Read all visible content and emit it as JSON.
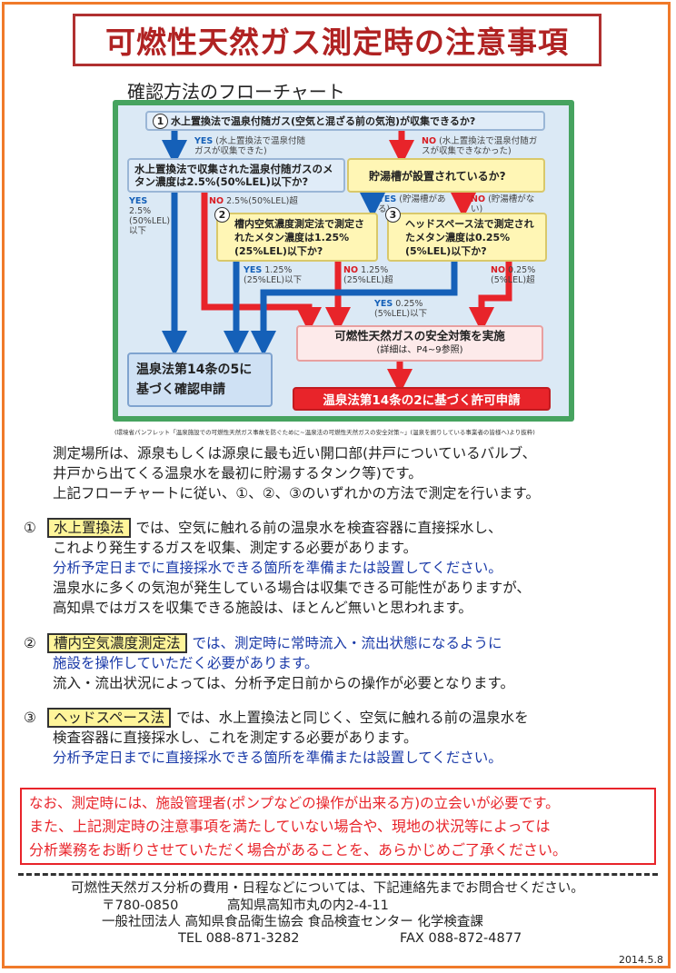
{
  "title": "可燃性天然ガス測定時の注意事項",
  "flow_heading": "確認方法のフローチャート",
  "flowchart": {
    "q1": "水上置換法で温泉付随ガス(空気と混ざる前の気泡)が収集できるか?",
    "q1_num": "1",
    "yes1": "YES",
    "yes1_note": "(水上置換法で温泉付随ガスが収集できた)",
    "no1": "NO",
    "no1_note": "(水上置換法で温泉付随ガスが収集できなかった)",
    "box_methane": "水上置換法で収集された温泉付随ガスのメタン濃度は2.5%(50%LEL)以下か?",
    "box_tank": "貯湯槽が設置されているか?",
    "yes_methane": "YES",
    "yes_methane_note": "2.5%(50%LEL)以下",
    "no_methane": "NO",
    "no_methane_note": "2.5%(50%LEL)超",
    "yes_tank": "YES",
    "yes_tank_note": "(貯湯槽がある)",
    "no_tank": "NO",
    "no_tank_note": "(貯湯槽がない)",
    "box2_num": "2",
    "box2": "槽内空気濃度測定法で測定されたメタン濃度は1.25%(25%LEL)以下か?",
    "box3_num": "3",
    "box3": "ヘッドスペース法で測定されたメタン濃度は0.25%(5%LEL)以下か?",
    "yes2": "YES",
    "yes2_note": "1.25%(25%LEL)以下",
    "no2": "NO",
    "no2_note": "1.25%(25%LEL)超",
    "no3": "NO",
    "no3_note": "0.25%(5%LEL)超",
    "yes3": "YES",
    "yes3_note": "0.25%(5%LEL)以下",
    "box_safety": "可燃性天然ガスの安全対策を実施",
    "box_safety_note": "(詳細は、P4~9参照)",
    "box_confirm": "温泉法第14条の5に基づく確認申請",
    "box_permit": "温泉法第14条の2に基づく許可申請",
    "credit": "(環境省パンフレット「温泉施設での可燃性天然ガス事故を防ぐために~温泉法の可燃性天然ガスの安全対策~」(温泉を掘りしている事業者の皆様へ)より抜粋)"
  },
  "intro": [
    "測定場所は、源泉もしくは源泉に最も近い開口部(井戸についているバルブ、",
    "井戸から出てくる温泉水を最初に貯湯するタンク等)です。",
    "上記フローチャートに従い、①、②、③のいずれかの方法で測定を行います。"
  ],
  "method1": {
    "num": "①",
    "tag": "水上置換法",
    "line1": "では、空気に触れる前の温泉水を検査容器に直接採水し、",
    "line2": "これより発生するガスを収集、測定する必要があります。",
    "line3": "分析予定日までに直接採水できる箇所を準備または設置してください。",
    "line4": "温泉水に多くの気泡が発生している場合は収集できる可能性がありますが、",
    "line5": "高知県ではガスを収集できる施設は、ほとんど無いと思われます。"
  },
  "method2": {
    "num": "②",
    "tag": "槽内空気濃度測定法",
    "line1": "では、測定時に常時流入・流出状態になるように",
    "line2": "施設を操作していただく必要があります。",
    "line3": "流入・流出状況によっては、分析予定日前からの操作が必要となります。"
  },
  "method3": {
    "num": "③",
    "tag": "ヘッドスペース法",
    "line1": "では、水上置換法と同じく、空気に触れる前の温泉水を",
    "line2": "検査容器に直接採水し、これを測定する必要があります。",
    "line3": "分析予定日までに直接採水できる箇所を準備または設置してください。"
  },
  "notice": {
    "line1": "なお、測定時には、施設管理者(ポンプなどの操作が出来る方)の立会いが必要です。",
    "line2": "また、上記測定時の注意事項を満たしていない場合や、現地の状況等によっては",
    "line3": "分析業務をお断りさせていただく場合があることを、あらかじめご了承ください。"
  },
  "contact": {
    "line1": "可燃性天然ガス分析の費用・日程などについては、下記連絡先までお問合せください。",
    "postal": "〒780-0850",
    "address": "高知県高知市丸の内2-4-11",
    "org": "一般社団法人 高知県食品衛生協会 食品検査センター 化学検査課",
    "tel": "TEL 088-871-3282",
    "fax": "FAX 088-872-4877"
  },
  "date": "2014.5.8",
  "colors": {
    "frame": "#f07a2a",
    "title": "#b02222",
    "flow_green": "#46a35f",
    "yes_blue": "#1560b8",
    "no_red": "#d91c22",
    "notice_red": "#e8242a"
  }
}
